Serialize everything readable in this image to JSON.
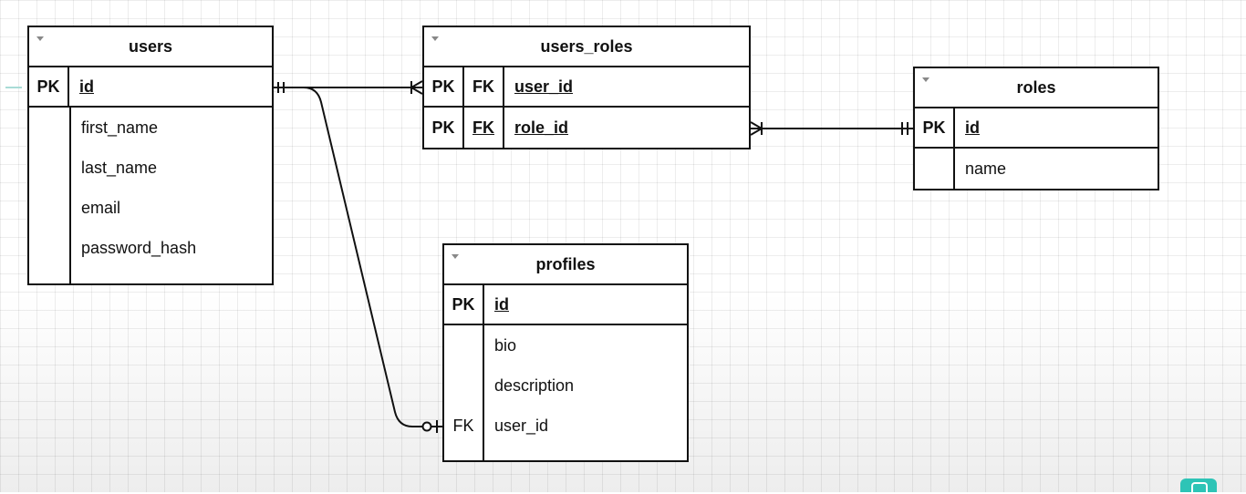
{
  "tables": {
    "users": {
      "title": "users",
      "pk": {
        "key": "PK",
        "name": "id"
      },
      "fields": [
        "first_name",
        "last_name",
        "email",
        "password_hash"
      ]
    },
    "users_roles": {
      "title": "users_roles",
      "rows": [
        {
          "k1": "PK",
          "k2": "FK",
          "name": "user_id"
        },
        {
          "k1": "PK",
          "k2": "FK",
          "name": "role_id"
        }
      ]
    },
    "roles": {
      "title": "roles",
      "pk": {
        "key": "PK",
        "name": "id"
      },
      "fields": [
        "name"
      ]
    },
    "profiles": {
      "title": "profiles",
      "pk": {
        "key": "PK",
        "name": "id"
      },
      "fields": [
        {
          "key": "",
          "name": "bio"
        },
        {
          "key": "",
          "name": "description"
        },
        {
          "key": "FK",
          "name": "user_id"
        }
      ]
    }
  },
  "relationships": [
    {
      "from": "users",
      "to": "users_roles",
      "from_end": "one-mandatory",
      "to_end": "many-mandatory"
    },
    {
      "from": "users_roles",
      "to": "roles",
      "from_end": "many-mandatory",
      "to_end": "one-mandatory"
    },
    {
      "from": "users",
      "to": "profiles",
      "from_end": "one-mandatory",
      "to_end": "zero-or-one"
    }
  ],
  "colors": {
    "line": "#111111",
    "badge": "#2ec4b6"
  }
}
